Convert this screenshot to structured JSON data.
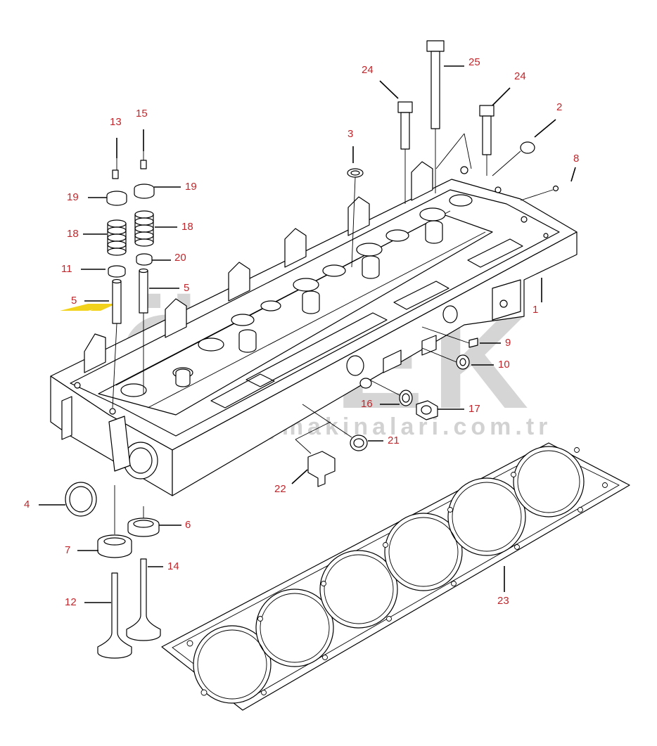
{
  "watermark": {
    "brand": "ÖNEK",
    "url": "www.onekişmakinalari.com.tr",
    "brand_color": "#c8c8c8",
    "accent_color": "#f2d21b"
  },
  "colors": {
    "label": "#c0262b",
    "line": "#000000"
  },
  "callouts": [
    {
      "id": "c-1",
      "text": "1"
    },
    {
      "id": "c-2",
      "text": "2"
    },
    {
      "id": "c-3",
      "text": "3"
    },
    {
      "id": "c-4",
      "text": "4"
    },
    {
      "id": "c-5a",
      "text": "5"
    },
    {
      "id": "c-5b",
      "text": "5"
    },
    {
      "id": "c-6",
      "text": "6"
    },
    {
      "id": "c-7",
      "text": "7"
    },
    {
      "id": "c-8",
      "text": "8"
    },
    {
      "id": "c-9",
      "text": "9"
    },
    {
      "id": "c-10",
      "text": "10"
    },
    {
      "id": "c-11",
      "text": "11"
    },
    {
      "id": "c-12",
      "text": "12"
    },
    {
      "id": "c-13",
      "text": "13"
    },
    {
      "id": "c-14",
      "text": "14"
    },
    {
      "id": "c-15",
      "text": "15"
    },
    {
      "id": "c-16",
      "text": "16"
    },
    {
      "id": "c-17",
      "text": "17"
    },
    {
      "id": "c-18a",
      "text": "18"
    },
    {
      "id": "c-18b",
      "text": "18"
    },
    {
      "id": "c-19a",
      "text": "19"
    },
    {
      "id": "c-19b",
      "text": "19"
    },
    {
      "id": "c-20",
      "text": "20"
    },
    {
      "id": "c-21",
      "text": "21"
    },
    {
      "id": "c-22",
      "text": "22"
    },
    {
      "id": "c-23",
      "text": "23"
    },
    {
      "id": "c-24a",
      "text": "24"
    },
    {
      "id": "c-24b",
      "text": "24"
    },
    {
      "id": "c-25",
      "text": "25"
    }
  ]
}
